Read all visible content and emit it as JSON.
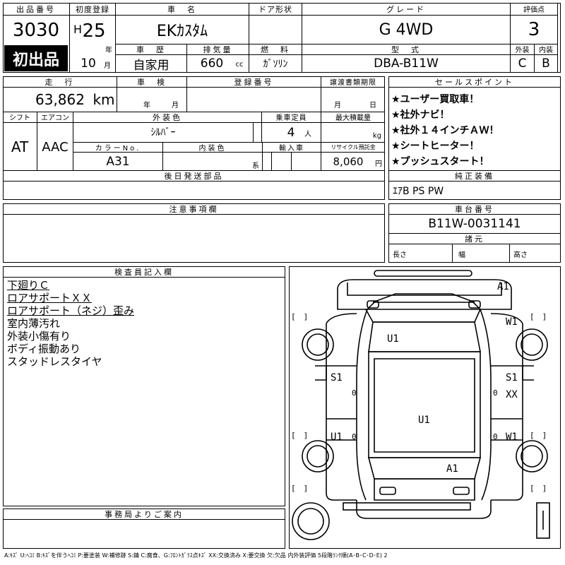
{
  "header": {
    "lot_no_label": "出品番号",
    "lot_no": "3030",
    "first_badge": "初出品",
    "first_reg_label": "初度登録",
    "era": "H",
    "year": "25",
    "year_unit": "年",
    "month": "10",
    "month_unit": "月",
    "car_name_label": "車　名",
    "car_name": "EKｶｽﾀﾑ",
    "door_label": "ドア形状",
    "door": "",
    "grade_label": "グレード",
    "grade": "G 4WD",
    "score_label": "評価点",
    "score": "3",
    "history_label": "車　歴",
    "history": "自家用",
    "displacement_label": "排気量",
    "displacement": "660",
    "displacement_unit": "cc",
    "fuel_label": "燃　料",
    "fuel": "ｶﾞｿﾘﾝ",
    "model_label": "型　式",
    "model": "DBA-B11W",
    "exterior_label": "外装",
    "exterior": "C",
    "interior_label": "内装",
    "interior": "B"
  },
  "row2": {
    "mileage_label": "走　行",
    "mileage": "63,862",
    "mileage_unit": "km",
    "inspection_label": "車　検",
    "inspection_year": "年",
    "inspection_month": "月",
    "reg_no_label": "登録番号",
    "reg_no": "",
    "transfer_label": "譲渡書類期限",
    "transfer_month": "月",
    "transfer_day": "日",
    "shift_label": "シフト",
    "shift": "AT",
    "ac_label": "エアコン",
    "ac": "AAC",
    "color_label": "外装色",
    "color": "ｼﾙﾊﾞｰ",
    "capacity_label": "乗車定員",
    "capacity": "4",
    "capacity_unit": "人",
    "load_label": "最大積載量",
    "load_unit": "kg",
    "color_no_label": "カラーNo.",
    "color_no": "A31",
    "int_color_label": "内装色",
    "int_color_unit": "系",
    "import_label": "輸入車",
    "recycle_label": "リサイクル預託金",
    "recycle": "8,060",
    "recycle_unit": "円"
  },
  "later_parts": {
    "label": "後日発送部品",
    "value": ""
  },
  "sales_points": {
    "label": "セールスポイント",
    "items": [
      "★ユーザー買取車！",
      "★社外ナビ！",
      "★社外１４インチＡＷ！",
      "★シートヒーター！",
      "★プッシュスタート！"
    ]
  },
  "equipment": {
    "label": "純正装備",
    "value": "ｴｱB PS PW"
  },
  "notes": {
    "label": "注意事項欄",
    "value": ""
  },
  "chassis": {
    "label": "車台番号",
    "value": "B11W-0031141",
    "dims_label": "諸元",
    "length": "長さ",
    "width": "幅",
    "height": "高さ"
  },
  "inspector": {
    "label": "検査員記入欄",
    "lines": [
      "下廻りＣ",
      "ロアサポートＸＸ",
      "ロアサポート（ネジ）歪み",
      "室内薄汚れ",
      "外装小傷有り",
      "ボディ振動あり",
      "スタッドレスタイヤ"
    ]
  },
  "office": {
    "label": "事務局よりご案内",
    "value": ""
  },
  "diagram": {
    "damage_labels": [
      "A1",
      "W1",
      "U1",
      "S1",
      "S1",
      "XX",
      "U1",
      "U1",
      "W1",
      "A1"
    ],
    "tire_marks": [
      "0",
      "0",
      "0",
      "0"
    ],
    "bracket": "[　]"
  },
  "legend": "A:ｷｽﾞ U:ﾍｺﾐ B:ｷｽﾞを伴うﾍｺﾐ P:要塗装 W:補修跡 S:錆 C:腐食、G:ﾌﾛﾝﾄｶﾞﾗｽ点ｷｽﾞ XX:交換済み X:要交換 欠:欠品 内外装評価 5段階ﾗﾝｸ順(A･B･C･D･E) 2"
}
